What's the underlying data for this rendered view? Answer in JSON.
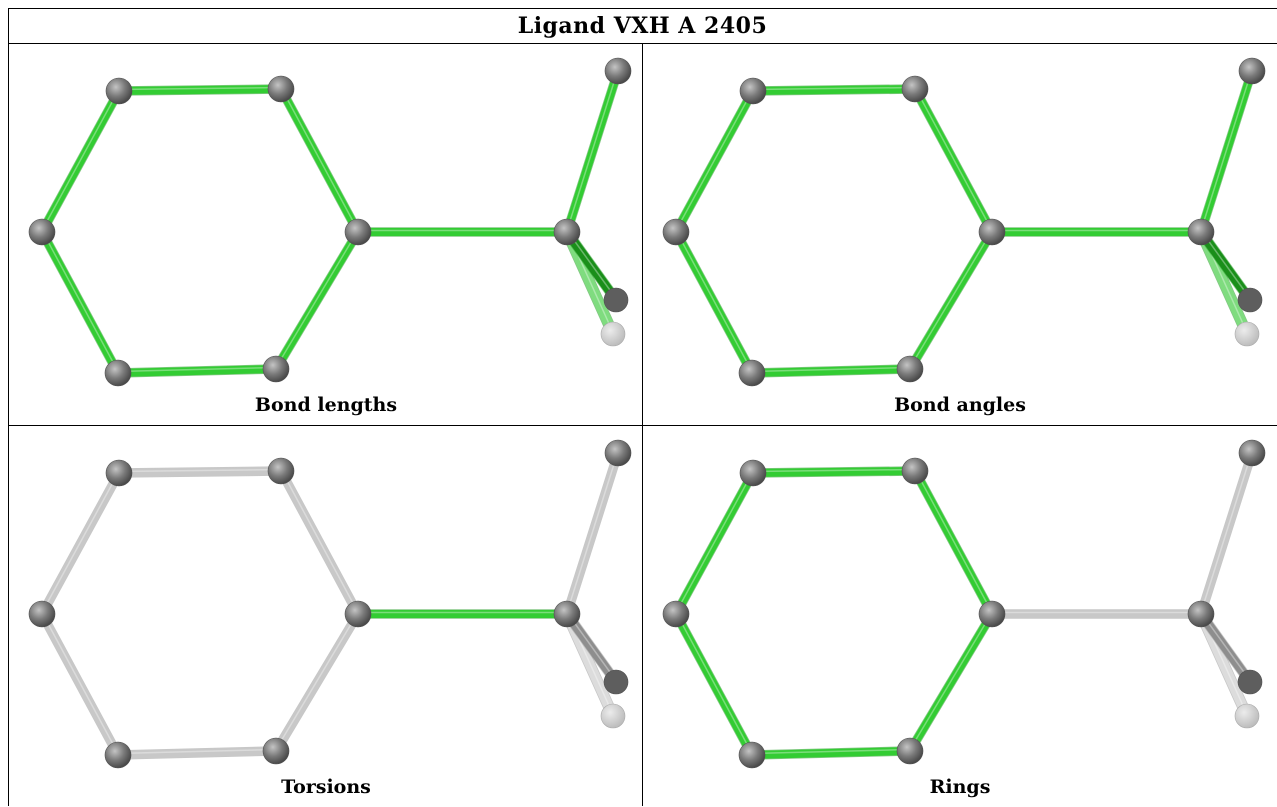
{
  "title": "Ligand VXH A 2405",
  "colors": {
    "highlight_bond": "#33cc33",
    "highlight_bond_dark": "#1a8f1a",
    "plain_bond": "#c8c8c8",
    "plain_bond_dark": "#8e8e8e",
    "atom": "#7a7a7a",
    "atom_back": "#5e5e5e",
    "atom_pale": "#bdbdbd",
    "border": "#000000"
  },
  "atoms": [
    "ring_tl",
    "ring_tr",
    "ring_l",
    "ring_r",
    "ring_bl",
    "ring_br",
    "sub_c",
    "sub_top",
    "sub_back",
    "sub_pale"
  ],
  "bonds": [
    {
      "id": "ring_tl-ring_tr",
      "a": "ring_tl",
      "b": "ring_tr",
      "type": "ring"
    },
    {
      "id": "ring_tr-ring_r",
      "a": "ring_tr",
      "b": "ring_r",
      "type": "ring"
    },
    {
      "id": "ring_r-ring_br",
      "a": "ring_r",
      "b": "ring_br",
      "type": "ring"
    },
    {
      "id": "ring_br-ring_bl",
      "a": "ring_br",
      "b": "ring_bl",
      "type": "ring"
    },
    {
      "id": "ring_bl-ring_l",
      "a": "ring_bl",
      "b": "ring_l",
      "type": "ring"
    },
    {
      "id": "ring_l-ring_tl",
      "a": "ring_l",
      "b": "ring_tl",
      "type": "ring"
    },
    {
      "id": "ring_r-sub_c",
      "a": "ring_r",
      "b": "sub_c",
      "type": "link"
    },
    {
      "id": "sub_c-sub_top",
      "a": "sub_c",
      "b": "sub_top",
      "type": "sub"
    },
    {
      "id": "sub_c-sub_back",
      "a": "sub_c",
      "b": "sub_back",
      "type": "sub_back"
    },
    {
      "id": "sub_c-sub_pale",
      "a": "sub_c",
      "b": "sub_pale",
      "type": "sub_pale"
    }
  ],
  "panels": [
    {
      "id": "bond-lengths",
      "caption": "Bond lengths",
      "highlight": [
        "ring",
        "link",
        "sub",
        "sub_back",
        "sub_pale"
      ]
    },
    {
      "id": "bond-angles",
      "caption": "Bond angles",
      "highlight": [
        "ring",
        "link",
        "sub",
        "sub_back",
        "sub_pale"
      ]
    },
    {
      "id": "torsions",
      "caption": "Torsions",
      "highlight": [
        "link"
      ]
    },
    {
      "id": "rings",
      "caption": "Rings",
      "highlight": [
        "ring"
      ]
    }
  ]
}
